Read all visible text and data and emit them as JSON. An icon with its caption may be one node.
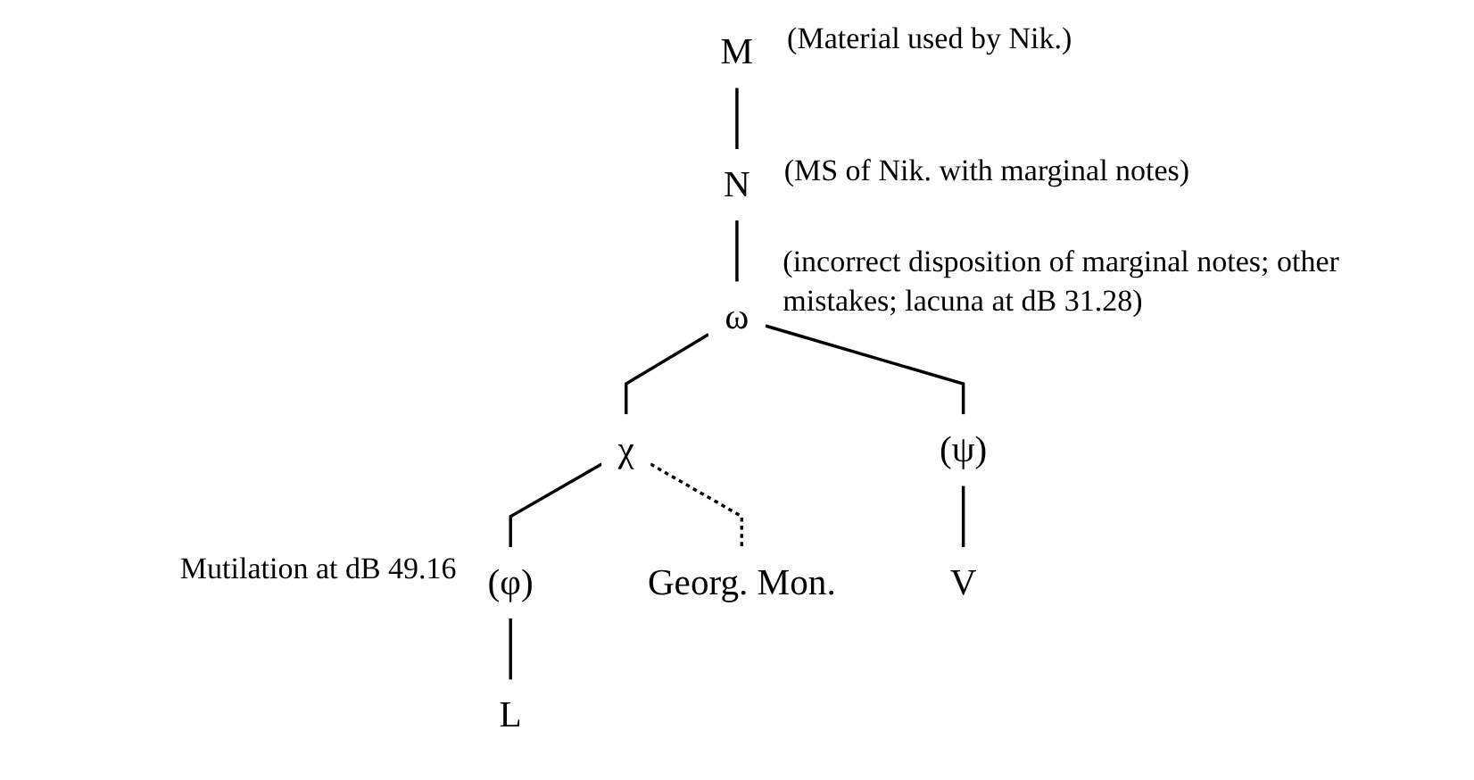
{
  "diagram": {
    "nodes": [
      {
        "text": [
          "M"
        ],
        "beside": [
          "(Material used by Nik.)"
        ]
      },
      {
        "text": [
          "N"
        ],
        "beside": [
          "(MS of Nik. with marginal notes)"
        ]
      },
      {
        "text": [
          "ω"
        ],
        "beside": [
          "(incorrect disposition of marginal notes; other mistakes; lacuna at dB 31.28)"
        ]
      },
      {
        "text": [
          "χ"
        ]
      },
      {
        "text": [
          "Georg. Mon."
        ]
      },
      {
        "text": [
          "(φ)"
        ],
        "beside": [
          "Mutilation at dB 49.16"
        ]
      },
      {
        "text": [
          "(ψ)"
        ]
      },
      {
        "text": [
          "L"
        ]
      },
      {
        "text": [
          "V"
        ]
      }
    ],
    "edges": [
      {
        "from": 0,
        "to": 1,
        "arrow": "none"
      },
      {
        "from": 1,
        "to": 2,
        "arrow": "none"
      },
      {
        "from": 2,
        "to": 3,
        "arrow": "none"
      },
      {
        "from": 2,
        "to": 6,
        "arrow": "none"
      },
      {
        "from": 3,
        "to": 5,
        "arrow": "none"
      },
      {
        "from": 3,
        "to": 4,
        "arrow": "none",
        "style": "dashed"
      },
      {
        "from": 5,
        "to": 7,
        "arrow": "none"
      },
      {
        "from": 6,
        "to": 8,
        "arrow": "none"
      }
    ]
  }
}
